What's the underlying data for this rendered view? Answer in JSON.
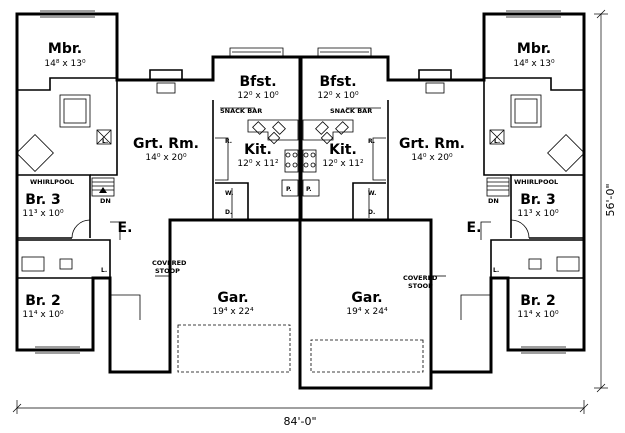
{
  "rooms": {
    "mbr": {
      "name": "Mbr.",
      "dim": "14⁸ x 13⁰"
    },
    "bfst": {
      "name": "Bfst.",
      "dim": "12⁰ x 10⁰"
    },
    "grt": {
      "name": "Grt. Rm.",
      "dim": "14⁰ x 20⁰"
    },
    "kit": {
      "name": "Kit.",
      "dim": "12⁰ x 11²"
    },
    "br3": {
      "name": "Br. 3",
      "dim": "11³ x 10⁰"
    },
    "br2": {
      "name": "Br. 2",
      "dim": "11⁴ x 10⁰"
    },
    "entry": {
      "name": "E."
    },
    "gar_left": {
      "name": "Gar.",
      "dim": "19⁴ x 22⁴"
    },
    "gar_right": {
      "name": "Gar.",
      "dim": "19⁴ x 24⁴"
    }
  },
  "labels": {
    "snack_bar": "SNACK BAR",
    "whirlpool": "WHIRLPOOL",
    "covered": "COVERED",
    "stoop": "STOOP",
    "down": "DN",
    "range": "R.",
    "pantry": "P.",
    "washer": "W.",
    "dryer": "D.",
    "linen": "L."
  },
  "dimensions": {
    "width": "84'-0\"",
    "depth": "56'-0\""
  }
}
